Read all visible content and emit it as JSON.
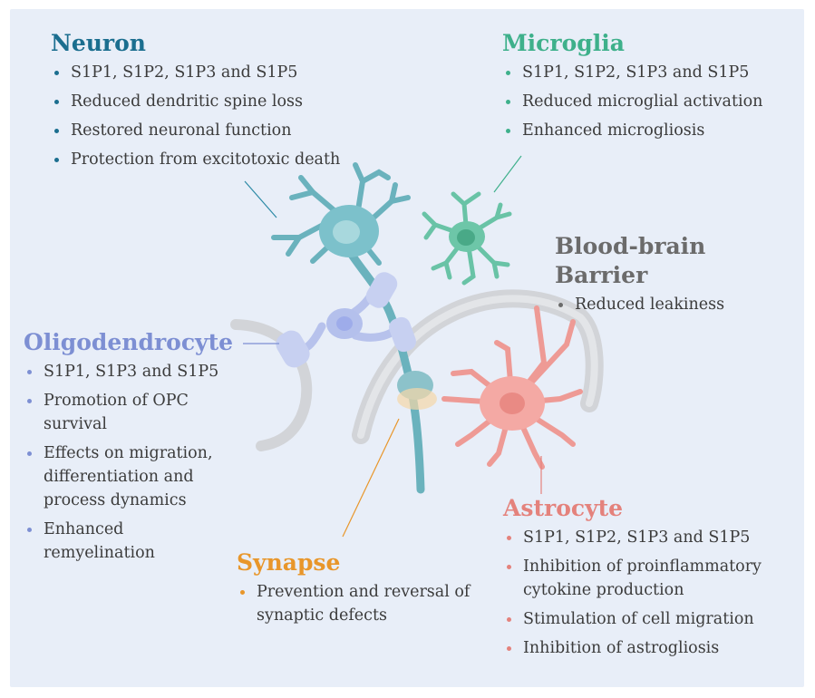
{
  "colors": {
    "neuron": "#1b6e8f",
    "microglia": "#3eb08b",
    "bbb": "#6b6b6b",
    "oligodendrocyte": "#7d8fd3",
    "astrocyte": "#e4827c",
    "synapse": "#e8962a"
  },
  "sections": {
    "neuron": {
      "title": "Neuron",
      "items": [
        "S1P1, S1P2, S1P3 and S1P5",
        "Reduced dendritic spine loss",
        "Restored neuronal function",
        "Protection from excitotoxic death"
      ]
    },
    "microglia": {
      "title": "Microglia",
      "items": [
        "S1P1, S1P2, S1P3 and S1P5",
        "Reduced microglial activation",
        "Enhanced microgliosis"
      ]
    },
    "bbb": {
      "title": "Blood-brain Barrier",
      "items": [
        "Reduced leakiness"
      ]
    },
    "oligodendrocyte": {
      "title": "Oligodendrocyte",
      "items": [
        "S1P1, S1P3 and S1P5",
        "Promotion of OPC survival",
        "Effects on migration, differentiation and process dynamics",
        "Enhanced remyelination"
      ]
    },
    "astrocyte": {
      "title": "Astrocyte",
      "items": [
        "S1P1, S1P2, S1P3 and S1P5",
        "Inhibition of proinflammatory cytokine production",
        "Stimulation of cell migration",
        "Inhibition of astrogliosis"
      ]
    },
    "synapse": {
      "title": "Synapse",
      "items": [
        "Prevention and reversal of synaptic defects"
      ]
    }
  }
}
